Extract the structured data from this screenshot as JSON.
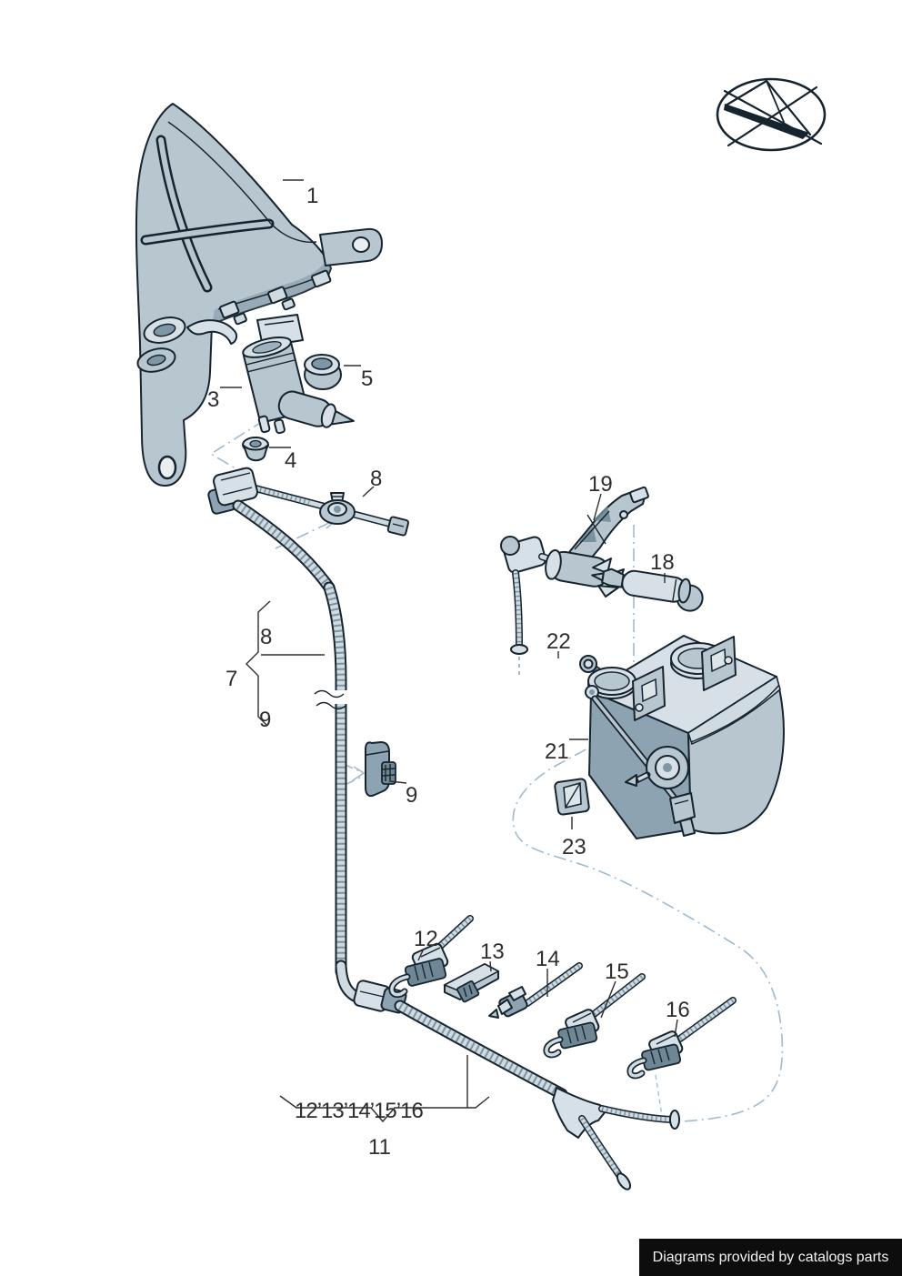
{
  "diagram": {
    "type": "exploded-parts-diagram",
    "colors": {
      "outline": "#16242f",
      "part_fill_light": "#d6e0e6",
      "part_fill": "#b8c6d0",
      "part_fill_dark": "#8da3b1",
      "reference_line_blue": "#9fbacd",
      "label_text": "#2e2e2e"
    },
    "labels": {
      "part1": "1",
      "part3": "3",
      "part4": "4",
      "part5": "5",
      "tie8": "8",
      "group8": "8",
      "group7": "7",
      "group9": "9",
      "clip9": "9",
      "part19": "19",
      "part18": "18",
      "part22": "22",
      "part21": "21",
      "part23": "23",
      "part12": "12",
      "part13": "13",
      "part14": "14",
      "part15": "15",
      "part16": "16",
      "combined": "12’13’14’15’16",
      "part11": "11"
    }
  },
  "footer": {
    "text": "Diagrams provided by catalogs parts"
  }
}
